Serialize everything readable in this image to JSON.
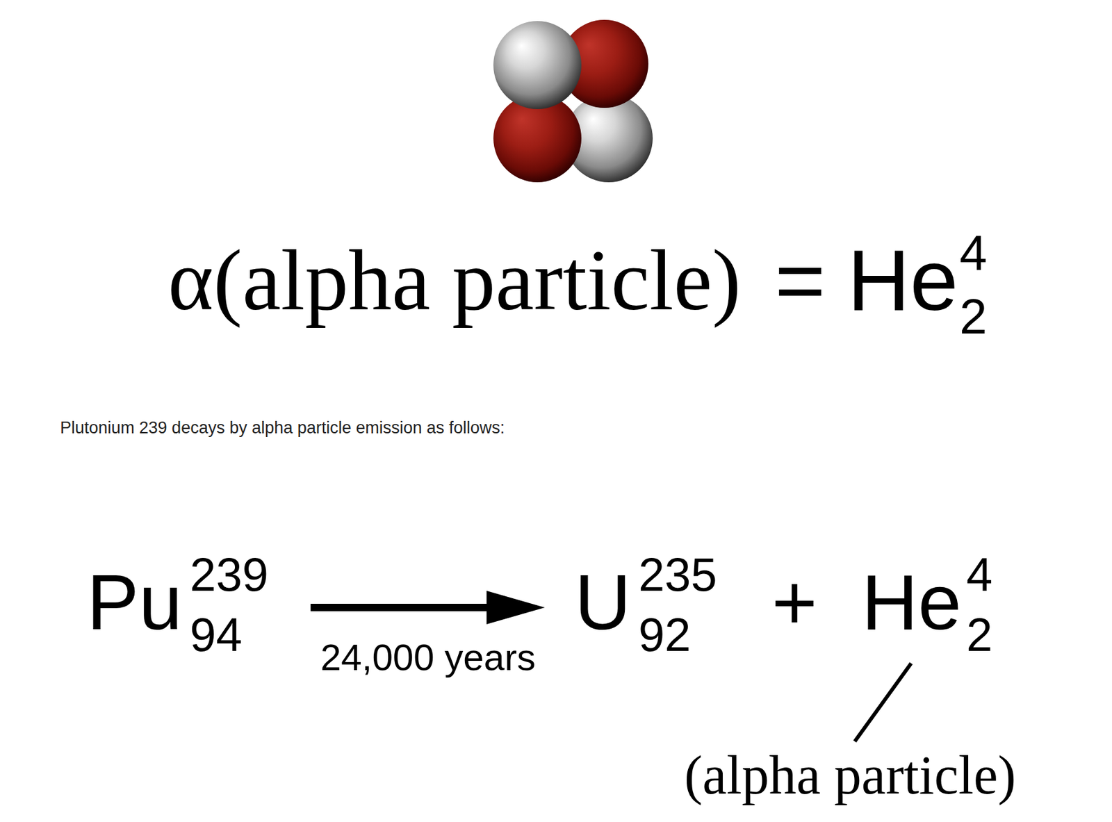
{
  "diagram": {
    "labels": [
      "α(alpha particle)",
      "=",
      "He",
      "4",
      "2",
      "Plutonium 239 decays by alpha particle emission as follows:",
      "Pu",
      "239",
      "94",
      "24,000 years",
      "U",
      "235",
      "92",
      "+",
      "He",
      "4",
      "2",
      "(alpha particle)"
    ]
  }
}
